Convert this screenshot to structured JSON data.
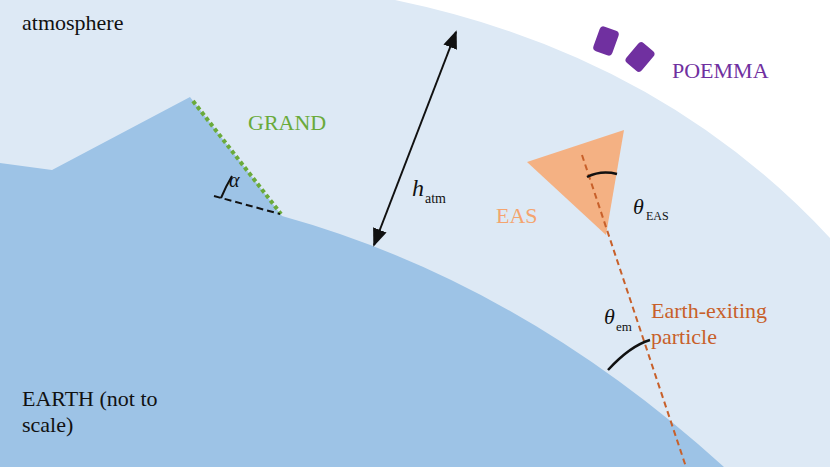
{
  "diagram": {
    "labels": [
      "atmosphere",
      "GRAND",
      "α",
      "h",
      "atm",
      "POEMMA",
      "EAS",
      "θ",
      "EAS",
      "θ",
      "em",
      "Earth-exiting particle",
      "EARTH (not to scale)"
    ]
  }
}
